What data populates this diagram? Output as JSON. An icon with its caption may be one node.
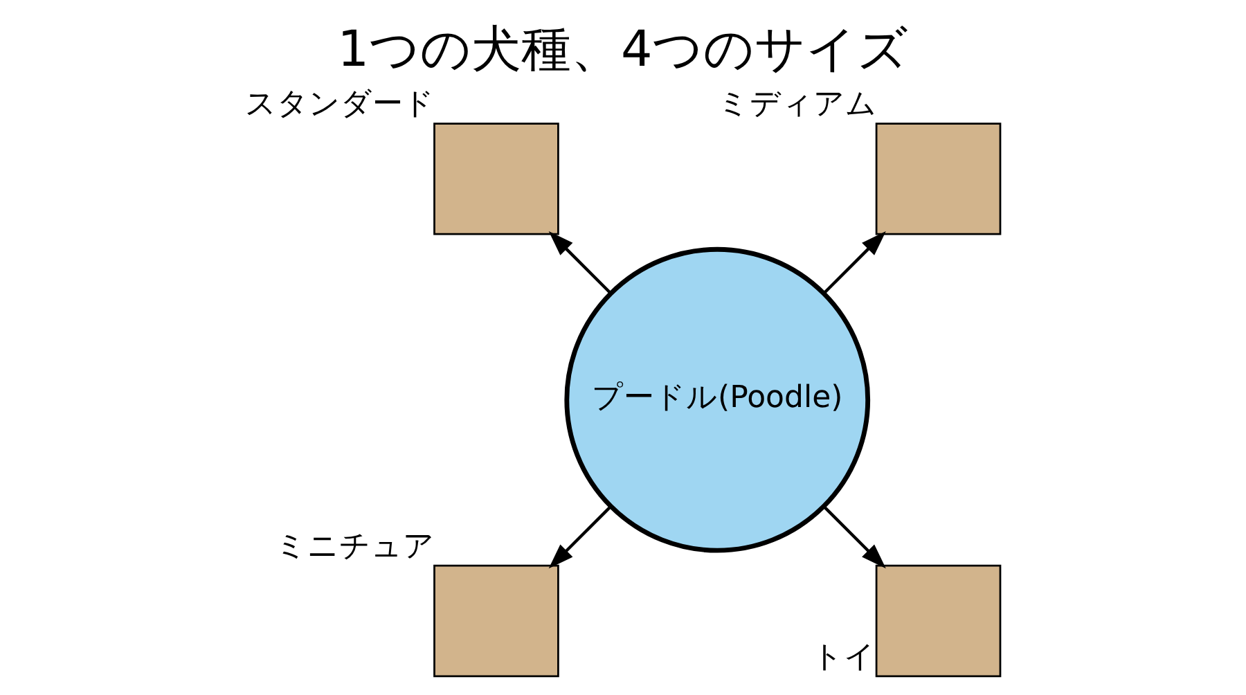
{
  "diagram": {
    "title": "1つの犬種、4つのサイズ",
    "nodes": [
      {
        "text": [
          "プードル(Poodle)"
        ]
      },
      {
        "text": [],
        "shape": "box",
        "beside": [
          "ミディアム"
        ]
      },
      {
        "text": [],
        "shape": "box",
        "beside": [
          "スタンダード"
        ]
      },
      {
        "text": [],
        "shape": "box",
        "beside": [
          "ミニチュア"
        ]
      },
      {
        "text": [],
        "shape": "box",
        "beside": [
          "トイ"
        ]
      }
    ],
    "edges": [
      {
        "from": 0,
        "to": 1,
        "arrow": "to"
      },
      {
        "from": 0,
        "to": 2,
        "arrow": "to"
      },
      {
        "from": 0,
        "to": 3,
        "arrow": "to"
      },
      {
        "from": 0,
        "to": 4,
        "arrow": "to"
      }
    ]
  }
}
